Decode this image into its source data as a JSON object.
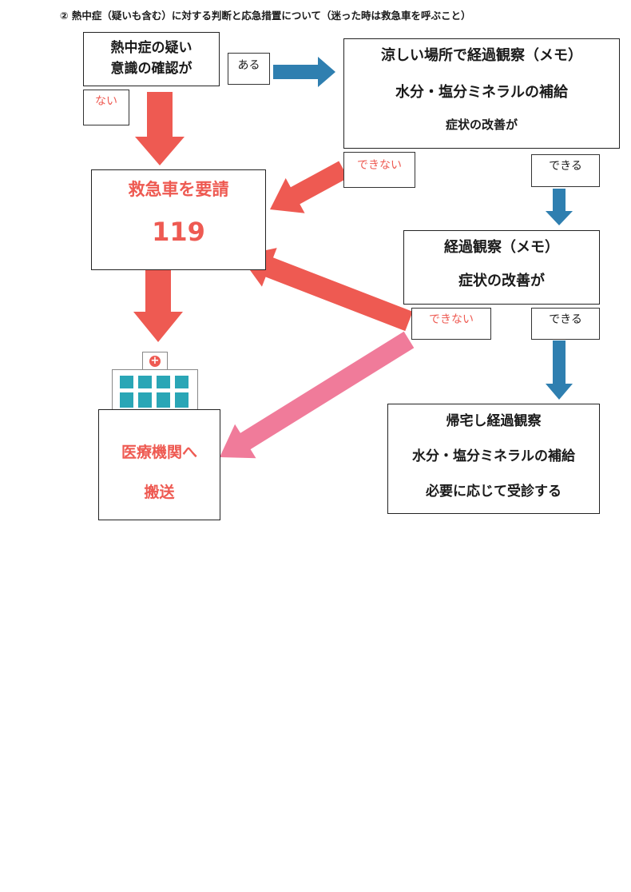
{
  "title": "② 熱中症（疑いも含む）に対する判断と応急措置について（迷った時は救急車を呼ぶこと）",
  "start": {
    "line1": "熱中症の疑い",
    "line2": "意識の確認が"
  },
  "label_aru": "ある",
  "label_nai": "ない",
  "cool_place": {
    "line1": "涼しい場所で経過観察（メモ）",
    "line2": "水分・塩分ミネラルの補給",
    "line3": "症状の改善が"
  },
  "label_dekinai_1": "できない",
  "label_dekiru_1": "できる",
  "ambulance": {
    "line1": "救急車を要請",
    "line2": "119"
  },
  "observe": {
    "line1": "経過観察（メモ）",
    "line2": "症状の改善が"
  },
  "label_dekinai_2": "できない",
  "label_dekiru_2": "できる",
  "hospital": {
    "line1": "医療機関へ",
    "line2": "搬送"
  },
  "home": {
    "line1": "帰宅し経過観察",
    "line2": "水分・塩分ミネラルの補給",
    "line3": "必要に応じて受診する"
  },
  "colors": {
    "red": "#ee5a52",
    "blue": "#2f7fb0",
    "pink": "#f07b9a",
    "teal": "#2aa6b6"
  }
}
